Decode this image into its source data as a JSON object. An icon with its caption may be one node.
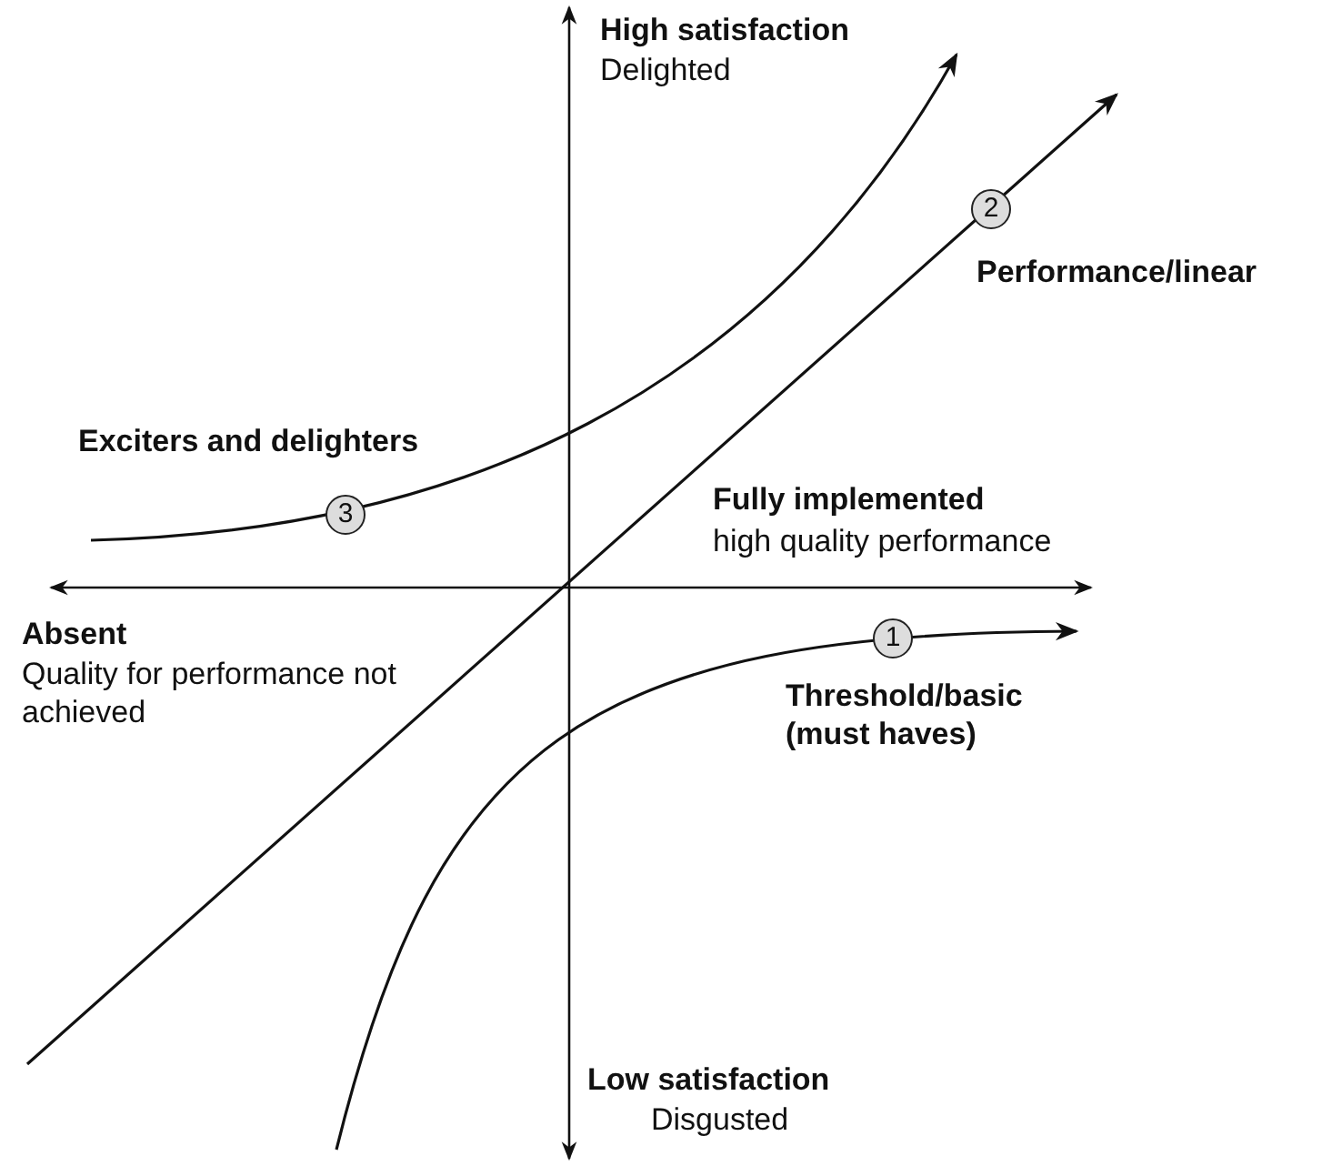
{
  "diagram": {
    "nodes": [
      {
        "text": [
          "2"
        ]
      },
      {
        "text": [
          "3"
        ]
      },
      {
        "text": [
          "1"
        ]
      }
    ],
    "labels": [
      "High satisfaction",
      "Delighted",
      "Performance/linear",
      "Exciters and delighters",
      "Fully implemented",
      "high quality performance",
      "Absent",
      "Quality for performance not achieved",
      "Threshold/basic (must haves)",
      "Low satisfaction",
      "Disgusted"
    ]
  }
}
